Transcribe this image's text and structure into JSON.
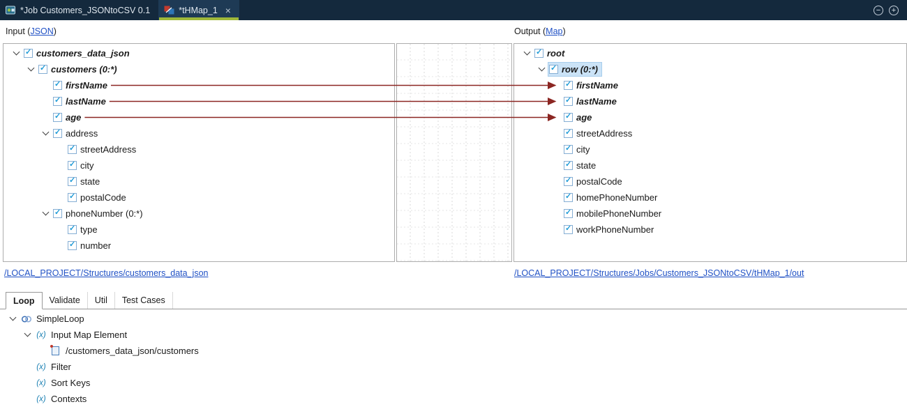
{
  "colors": {
    "tab_bar_bg": "#14293d",
    "active_tab_bg": "#1e3a55",
    "active_tab_underline": "#9fb83a",
    "mapping_line": "#8b2622",
    "link_blue": "#2051c5",
    "selection_bg": "#cbe3f7"
  },
  "tab_bar": {
    "tabs": [
      {
        "label": "*Job Customers_JSONtoCSV 0.1",
        "icon": "job-icon",
        "active": false,
        "closable": false
      },
      {
        "label": "*tHMap_1",
        "icon": "thmap-icon",
        "active": true,
        "closable": true
      }
    ],
    "close_glyph": "×",
    "minimize_glyph": "−",
    "maximize_glyph": "+"
  },
  "input_panel": {
    "title_prefix": "Input (",
    "title_link": "JSON",
    "title_suffix": ")",
    "footer_link": "/LOCAL_PROJECT/Structures/customers_data_json",
    "tree": [
      {
        "indent": 0,
        "label": "customers_data_json",
        "bold": true,
        "expanded": true
      },
      {
        "indent": 1,
        "label": "customers (0:*)",
        "bold": true,
        "expanded": true
      },
      {
        "indent": 2,
        "label": "firstName",
        "bold": true,
        "mapped": true
      },
      {
        "indent": 2,
        "label": "lastName",
        "bold": true,
        "mapped": true
      },
      {
        "indent": 2,
        "label": "age",
        "bold": true,
        "mapped": true
      },
      {
        "indent": 2,
        "label": "address",
        "expanded": true
      },
      {
        "indent": 3,
        "label": "streetAddress"
      },
      {
        "indent": 3,
        "label": "city"
      },
      {
        "indent": 3,
        "label": "state"
      },
      {
        "indent": 3,
        "label": "postalCode"
      },
      {
        "indent": 2,
        "label": "phoneNumber (0:*)",
        "expanded": true
      },
      {
        "indent": 3,
        "label": "type"
      },
      {
        "indent": 3,
        "label": "number"
      }
    ]
  },
  "output_panel": {
    "title_prefix": "Output (",
    "title_link": "Map",
    "title_suffix": ")",
    "footer_link": "/LOCAL_PROJECT/Structures/Jobs/Customers_JSONtoCSV/tHMap_1/out",
    "tree": [
      {
        "indent": 0,
        "label": "root",
        "bold": true,
        "expanded": true
      },
      {
        "indent": 1,
        "label": "row (0:*)",
        "bold": true,
        "expanded": true,
        "selected": true
      },
      {
        "indent": 2,
        "label": "firstName",
        "bold": true,
        "mapped": true
      },
      {
        "indent": 2,
        "label": "lastName",
        "bold": true,
        "mapped": true
      },
      {
        "indent": 2,
        "label": "age",
        "bold": true,
        "mapped": true
      },
      {
        "indent": 2,
        "label": "streetAddress"
      },
      {
        "indent": 2,
        "label": "city"
      },
      {
        "indent": 2,
        "label": "state"
      },
      {
        "indent": 2,
        "label": "postalCode"
      },
      {
        "indent": 2,
        "label": "homePhoneNumber"
      },
      {
        "indent": 2,
        "label": "mobilePhoneNumber"
      },
      {
        "indent": 2,
        "label": "workPhoneNumber"
      }
    ]
  },
  "bottom_panel": {
    "tabs": [
      {
        "label": "Loop",
        "active": true
      },
      {
        "label": "Validate",
        "active": false
      },
      {
        "label": "Util",
        "active": false
      },
      {
        "label": "Test Cases",
        "active": false
      }
    ],
    "tree": [
      {
        "indent": 0,
        "icon": "loop-icon",
        "label": "SimpleLoop",
        "expanded": true
      },
      {
        "indent": 1,
        "icon": "function-icon",
        "icon_text": "(x)",
        "label": "Input Map Element",
        "expanded": true
      },
      {
        "indent": 2,
        "icon": "map-element-icon",
        "label": "/customers_data_json/customers"
      },
      {
        "indent": 1,
        "icon": "function-icon",
        "icon_text": "(x)",
        "label": "Filter"
      },
      {
        "indent": 1,
        "icon": "function-icon",
        "icon_text": "(x)",
        "label": "Sort Keys"
      },
      {
        "indent": 1,
        "icon": "function-icon",
        "icon_text": "(x)",
        "label": "Contexts"
      }
    ]
  }
}
